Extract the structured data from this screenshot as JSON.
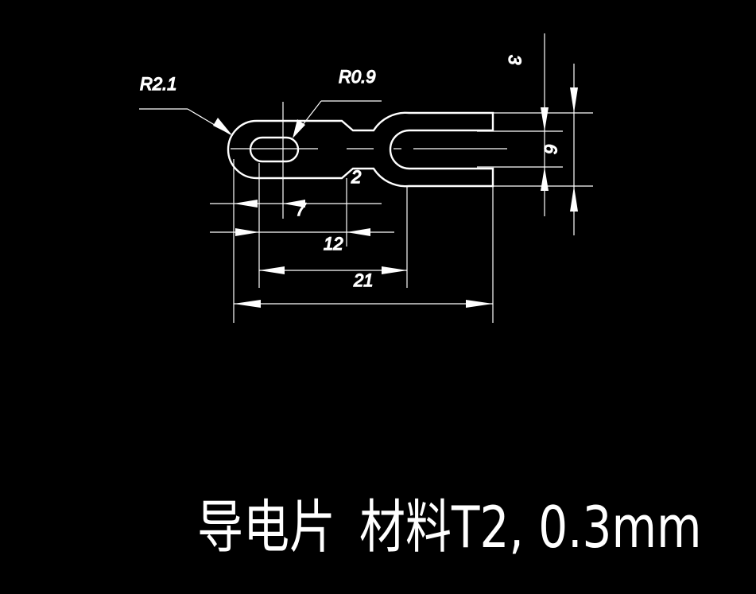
{
  "drawing": {
    "background": "#000000",
    "line_color": "#ffffff",
    "title": {
      "part_name": "导电片",
      "material": "材料T2, 0.3mm"
    },
    "labels": {
      "large_radius": "R2.1",
      "small_radius": "R0.9",
      "half_width": "3",
      "width": "6",
      "neck": "2",
      "dim_7": "7",
      "dim_12": "12",
      "dim_21": "21"
    }
  }
}
